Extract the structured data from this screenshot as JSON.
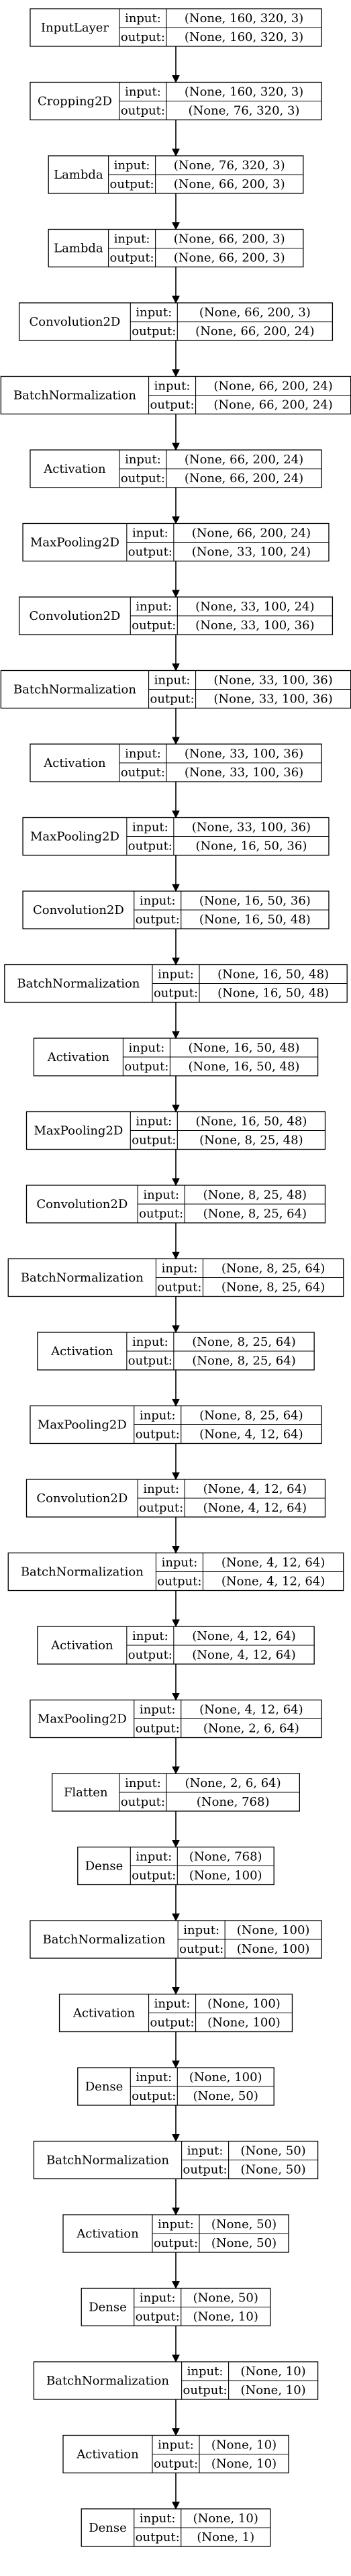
{
  "labels": {
    "input": "input:",
    "output": "output:"
  },
  "layers": [
    {
      "name": "InputLayer",
      "input": "(None, 160, 320, 3)",
      "output": "(None, 160, 320, 3)"
    },
    {
      "name": "Cropping2D",
      "input": "(None, 160, 320, 3)",
      "output": "(None, 76, 320, 3)"
    },
    {
      "name": "Lambda",
      "input": "(None, 76, 320, 3)",
      "output": "(None, 66, 200, 3)"
    },
    {
      "name": "Lambda",
      "input": "(None, 66, 200, 3)",
      "output": "(None, 66, 200, 3)"
    },
    {
      "name": "Convolution2D",
      "input": "(None, 66, 200, 3)",
      "output": "(None, 66, 200, 24)"
    },
    {
      "name": "BatchNormalization",
      "input": "(None, 66, 200, 24)",
      "output": "(None, 66, 200, 24)"
    },
    {
      "name": "Activation",
      "input": "(None, 66, 200, 24)",
      "output": "(None, 66, 200, 24)"
    },
    {
      "name": "MaxPooling2D",
      "input": "(None, 66, 200, 24)",
      "output": "(None, 33, 100, 24)"
    },
    {
      "name": "Convolution2D",
      "input": "(None, 33, 100, 24)",
      "output": "(None, 33, 100, 36)"
    },
    {
      "name": "BatchNormalization",
      "input": "(None, 33, 100, 36)",
      "output": "(None, 33, 100, 36)"
    },
    {
      "name": "Activation",
      "input": "(None, 33, 100, 36)",
      "output": "(None, 33, 100, 36)"
    },
    {
      "name": "MaxPooling2D",
      "input": "(None, 33, 100, 36)",
      "output": "(None, 16, 50, 36)"
    },
    {
      "name": "Convolution2D",
      "input": "(None, 16, 50, 36)",
      "output": "(None, 16, 50, 48)"
    },
    {
      "name": "BatchNormalization",
      "input": "(None, 16, 50, 48)",
      "output": "(None, 16, 50, 48)"
    },
    {
      "name": "Activation",
      "input": "(None, 16, 50, 48)",
      "output": "(None, 16, 50, 48)"
    },
    {
      "name": "MaxPooling2D",
      "input": "(None, 16, 50, 48)",
      "output": "(None, 8, 25, 48)"
    },
    {
      "name": "Convolution2D",
      "input": "(None, 8, 25, 48)",
      "output": "(None, 8, 25, 64)"
    },
    {
      "name": "BatchNormalization",
      "input": "(None, 8, 25, 64)",
      "output": "(None, 8, 25, 64)"
    },
    {
      "name": "Activation",
      "input": "(None, 8, 25, 64)",
      "output": "(None, 8, 25, 64)"
    },
    {
      "name": "MaxPooling2D",
      "input": "(None, 8, 25, 64)",
      "output": "(None, 4, 12, 64)"
    },
    {
      "name": "Convolution2D",
      "input": "(None, 4, 12, 64)",
      "output": "(None, 4, 12, 64)"
    },
    {
      "name": "BatchNormalization",
      "input": "(None, 4, 12, 64)",
      "output": "(None, 4, 12, 64)"
    },
    {
      "name": "Activation",
      "input": "(None, 4, 12, 64)",
      "output": "(None, 4, 12, 64)"
    },
    {
      "name": "MaxPooling2D",
      "input": "(None, 4, 12, 64)",
      "output": "(None, 2, 6, 64)"
    },
    {
      "name": "Flatten",
      "input": "(None, 2, 6, 64)",
      "output": "(None, 768)"
    },
    {
      "name": "Dense",
      "input": "(None, 768)",
      "output": "(None, 100)"
    },
    {
      "name": "BatchNormalization",
      "input": "(None, 100)",
      "output": "(None, 100)"
    },
    {
      "name": "Activation",
      "input": "(None, 100)",
      "output": "(None, 100)"
    },
    {
      "name": "Dense",
      "input": "(None, 100)",
      "output": "(None, 50)"
    },
    {
      "name": "BatchNormalization",
      "input": "(None, 50)",
      "output": "(None, 50)"
    },
    {
      "name": "Activation",
      "input": "(None, 50)",
      "output": "(None, 50)"
    },
    {
      "name": "Dense",
      "input": "(None, 50)",
      "output": "(None, 10)"
    },
    {
      "name": "BatchNormalization",
      "input": "(None, 10)",
      "output": "(None, 10)"
    },
    {
      "name": "Activation",
      "input": "(None, 10)",
      "output": "(None, 10)"
    },
    {
      "name": "Dense",
      "input": "(None, 10)",
      "output": "(None, 1)"
    }
  ]
}
